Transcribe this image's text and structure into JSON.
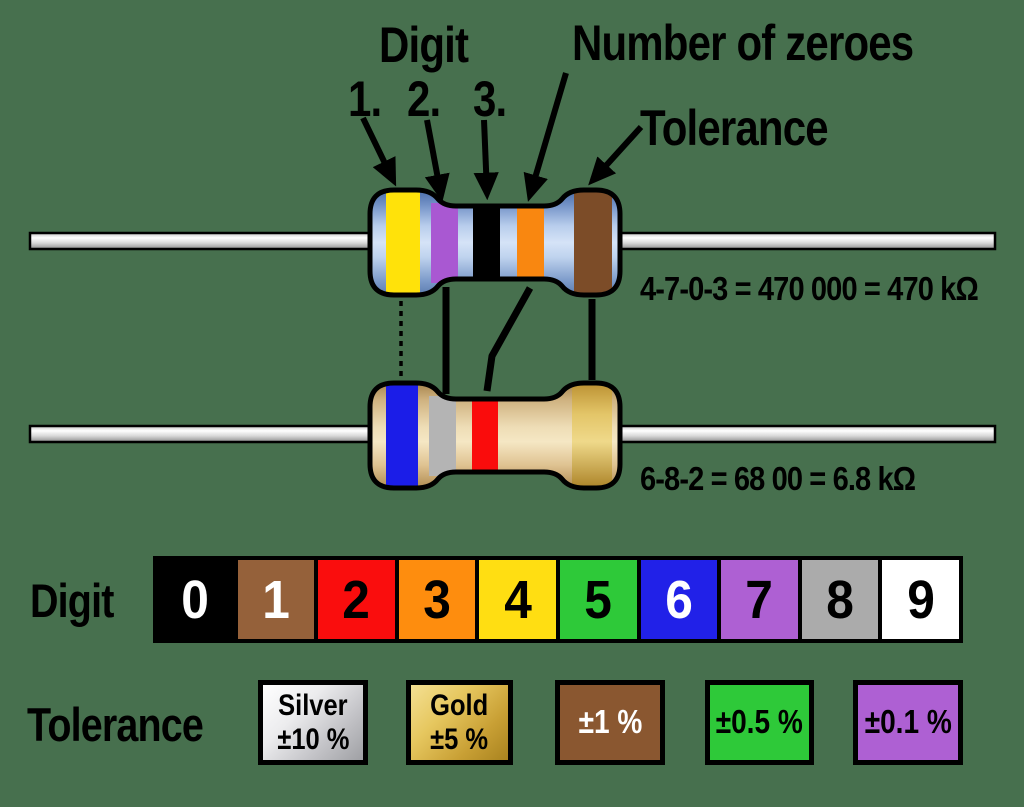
{
  "background_color": "#47704E",
  "labels": {
    "digit_top": "Digit",
    "band1": "1.",
    "band2": "2.",
    "band3": "3.",
    "number_of_zeroes": "Number of zeroes",
    "tolerance_top": "Tolerance"
  },
  "resistors": [
    {
      "description": "470 kilo-ohm resistor, blue body",
      "bands": [
        {
          "name": "yellow",
          "digit": "4",
          "color": "#FFE20A"
        },
        {
          "name": "violet",
          "digit": "7",
          "color": "#A958D2"
        },
        {
          "name": "black",
          "digit": "0",
          "color": "#000000"
        },
        {
          "name": "orange",
          "zeroes": "3",
          "color": "#F98710"
        },
        {
          "name": "brown",
          "tolerance": "±1 %",
          "color": "#7C4C28"
        }
      ],
      "formula": "4-7-0-3 = 470 000 = 470 kΩ"
    },
    {
      "description": "6.8 kilo-ohm resistor, tan body",
      "bands": [
        {
          "name": "blue",
          "digit": "6",
          "color": "#1B1DE8"
        },
        {
          "name": "grey",
          "digit": "8",
          "color": "#B4B4B4"
        },
        {
          "name": "red",
          "zeroes": "2",
          "color": "#FA0C0C"
        },
        {
          "name": "gold",
          "tolerance": "±5 %",
          "color": "#D4AF37"
        }
      ],
      "formula": "6-8-2 = 68 00 = 6.8 kΩ"
    }
  ],
  "digit_table": {
    "label": "Digit",
    "cells": [
      {
        "value": "0",
        "name": "black",
        "color": "#000000",
        "text_color": "#FFFFFF"
      },
      {
        "value": "1",
        "name": "brown",
        "color": "#95613A",
        "text_color": "#FFFFFF"
      },
      {
        "value": "2",
        "name": "red",
        "color": "#FA0D0D",
        "text_color": "#000000"
      },
      {
        "value": "3",
        "name": "orange",
        "color": "#FE8D0E",
        "text_color": "#000000"
      },
      {
        "value": "4",
        "name": "yellow",
        "color": "#FFDE12",
        "text_color": "#000000"
      },
      {
        "value": "5",
        "name": "green",
        "color": "#2EC939",
        "text_color": "#000000"
      },
      {
        "value": "6",
        "name": "blue",
        "color": "#2121E8",
        "text_color": "#FFFFFF"
      },
      {
        "value": "7",
        "name": "violet",
        "color": "#AE60D3",
        "text_color": "#000000"
      },
      {
        "value": "8",
        "name": "grey",
        "color": "#ABABAB",
        "text_color": "#000000"
      },
      {
        "value": "9",
        "name": "white",
        "color": "#FFFFFF",
        "text_color": "#000000"
      }
    ]
  },
  "tolerance_table": {
    "label": "Tolerance",
    "boxes": [
      {
        "finish": "silver",
        "lines": [
          "Silver",
          "±10 %"
        ],
        "text_color": "#000000"
      },
      {
        "finish": "gold",
        "lines": [
          "Gold",
          "±5 %"
        ],
        "text_color": "#000000"
      },
      {
        "finish": "solid",
        "lines": [
          "±1 %"
        ],
        "color": "#8A5730",
        "text_color": "#FFFFFF"
      },
      {
        "finish": "solid",
        "lines": [
          "±0.5 %"
        ],
        "color": "#2EC939",
        "text_color": "#000000"
      },
      {
        "finish": "solid",
        "lines": [
          "±0.1 %"
        ],
        "color": "#AE60D3",
        "text_color": "#000000"
      }
    ]
  }
}
